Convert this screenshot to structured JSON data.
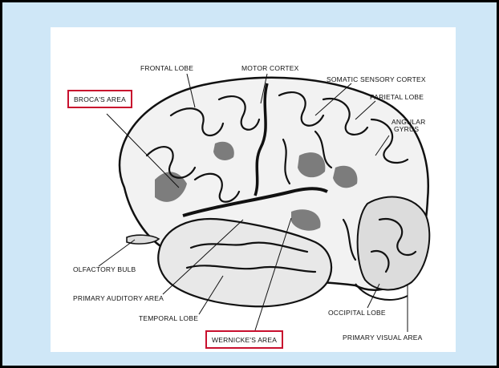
{
  "labels": {
    "frontal_lobe": "FRONTAL LOBE",
    "motor_cortex": "MOTOR CORTEX",
    "somatic_sensory_cortex": "SOMATIC SENSORY CORTEX",
    "brocas_area": "BROCA'S AREA",
    "parietal_lobe": "PARIETAL LOBE",
    "angular_gyrus_line1": "ANGULAR",
    "angular_gyrus_line2": "GYRUS",
    "olfactory_bulb": "OLFACTORY BULB",
    "primary_auditory_area": "PRIMARY AUDITORY AREA",
    "temporal_lobe": "TEMPORAL LOBE",
    "occipital_lobe": "OCCIPITAL LOBE",
    "primary_visual_area": "PRIMARY VISUAL AREA",
    "wernickes_area": "WERNICKE'S AREA"
  },
  "colors": {
    "background": "#cfe7f7",
    "highlight_box": "#c8102e",
    "ink": "#111111"
  },
  "illustration": "brain-lateral-view"
}
